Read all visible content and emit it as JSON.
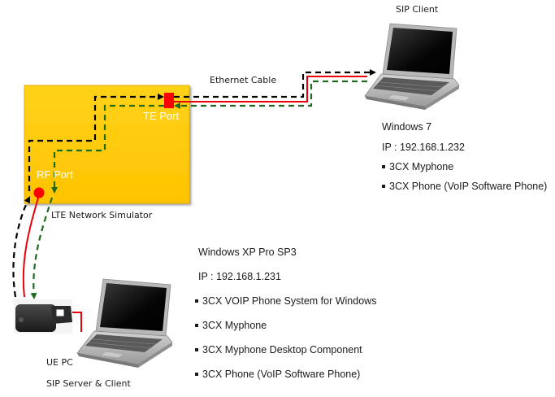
{
  "colors": {
    "simulator_fill": "#ffcc00",
    "simulator_border": "#e0a800",
    "port_red": "#ff0000",
    "uplink_dash": "#000000",
    "downlink_dash": "#1e6b1e",
    "cable_red": "#e8000b"
  },
  "simulator": {
    "label": "LTE Network Simulator",
    "te_port_label": "TE  Port",
    "rf_port_label": "RF Port"
  },
  "cable": {
    "label": "Ethernet Cable"
  },
  "sip_client": {
    "title": "SIP Client",
    "os": "Windows 7",
    "ip": "IP : 192.168.1.232",
    "software": [
      "3CX Myphone",
      "3CX Phone (VoIP Software Phone)"
    ],
    "icon": "laptop-icon"
  },
  "ue_pc": {
    "title": "UE PC",
    "role": "SIP Server & Client",
    "os": "Windows XP Pro SP3",
    "ip": "IP : 192.168.1.231",
    "software": [
      "3CX VOIP Phone System for Windows",
      "3CX Myphone",
      "3CX Myphone Desktop Component",
      "3CX Phone (VoIP Software Phone)"
    ],
    "icon": "laptop-icon",
    "dongle_icon": "usb-modem-icon"
  }
}
